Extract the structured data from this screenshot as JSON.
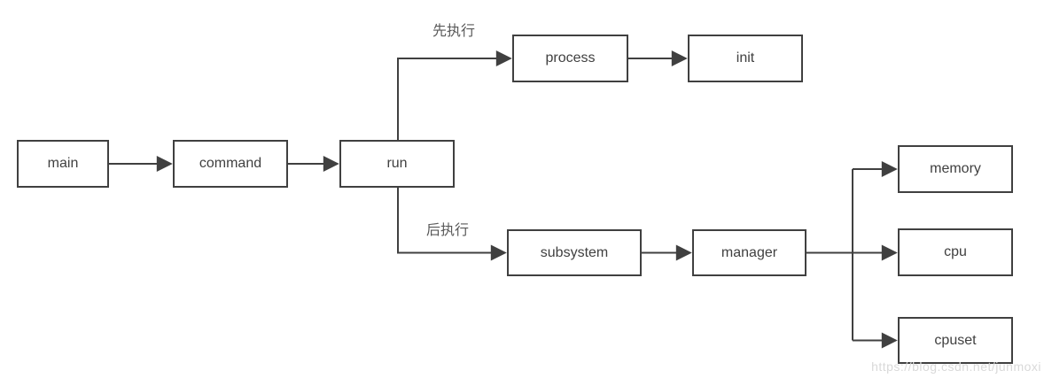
{
  "diagram": {
    "type": "flowchart",
    "nodes": {
      "main": {
        "label": "main"
      },
      "command": {
        "label": "command"
      },
      "run": {
        "label": "run"
      },
      "process": {
        "label": "process"
      },
      "init": {
        "label": "init"
      },
      "subsystem": {
        "label": "subsystem"
      },
      "manager": {
        "label": "manager"
      },
      "memory": {
        "label": "memory"
      },
      "cpu": {
        "label": "cpu"
      },
      "cpuset": {
        "label": "cpuset"
      }
    },
    "edges": [
      {
        "from": "main",
        "to": "command",
        "label": ""
      },
      {
        "from": "command",
        "to": "run",
        "label": ""
      },
      {
        "from": "run",
        "to": "process",
        "label": "先执行"
      },
      {
        "from": "process",
        "to": "init",
        "label": ""
      },
      {
        "from": "run",
        "to": "subsystem",
        "label": "后执行"
      },
      {
        "from": "subsystem",
        "to": "manager",
        "label": ""
      },
      {
        "from": "manager",
        "to": "memory",
        "label": ""
      },
      {
        "from": "manager",
        "to": "cpu",
        "label": ""
      },
      {
        "from": "manager",
        "to": "cpuset",
        "label": ""
      }
    ],
    "edge_labels": {
      "first": "先执行",
      "second": "后执行"
    },
    "colors": {
      "box_border": "#404040",
      "box_fill": "#ffffff",
      "node_text": "#404040",
      "edge_line": "#404040",
      "edge_label_text": "#595959",
      "watermark_text": "#d9d9d9"
    }
  },
  "watermark": {
    "text": "https://blog.csdn.net/junmoxi"
  }
}
